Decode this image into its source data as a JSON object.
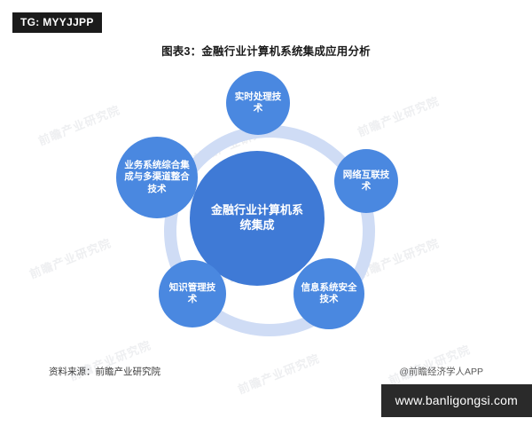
{
  "badges": {
    "tg": "TG: MYYJJPP",
    "site": "www.banligongsi.com"
  },
  "chart": {
    "title": "图表3：金融行业计算机系统集成应用分析",
    "source_note": "资料来源：前瞻产业研究院",
    "app_note": "@前瞻经济学人APP"
  },
  "diagram": {
    "type": "hub-and-spoke",
    "center": {
      "label": "金融行业计算机系统集成",
      "color": "#3f7ad6"
    },
    "nodes": [
      {
        "id": "top",
        "label": "实时处理技术",
        "color": "#4a88e0"
      },
      {
        "id": "right",
        "label": "网络互联技术",
        "color": "#4a88e0"
      },
      {
        "id": "left",
        "label": "业务系统综合集成与多渠道整合技术",
        "color": "#4a88e0"
      },
      {
        "id": "bottom-left",
        "label": "知识管理技术",
        "color": "#4a88e0"
      },
      {
        "id": "bottom-right",
        "label": "信息系统安全技术",
        "color": "#4a88e0"
      }
    ],
    "ring_color": "#cfdcf5"
  },
  "watermarks": [
    "前瞻产业研究院",
    "前瞻产业研究院",
    "前瞻产业研究院",
    "前瞻产业研究院",
    "前瞻产业研究院",
    "前瞻产业研究院",
    "前瞻产业研究院",
    "前瞻产业研究院",
    "前瞻产业研究院"
  ]
}
